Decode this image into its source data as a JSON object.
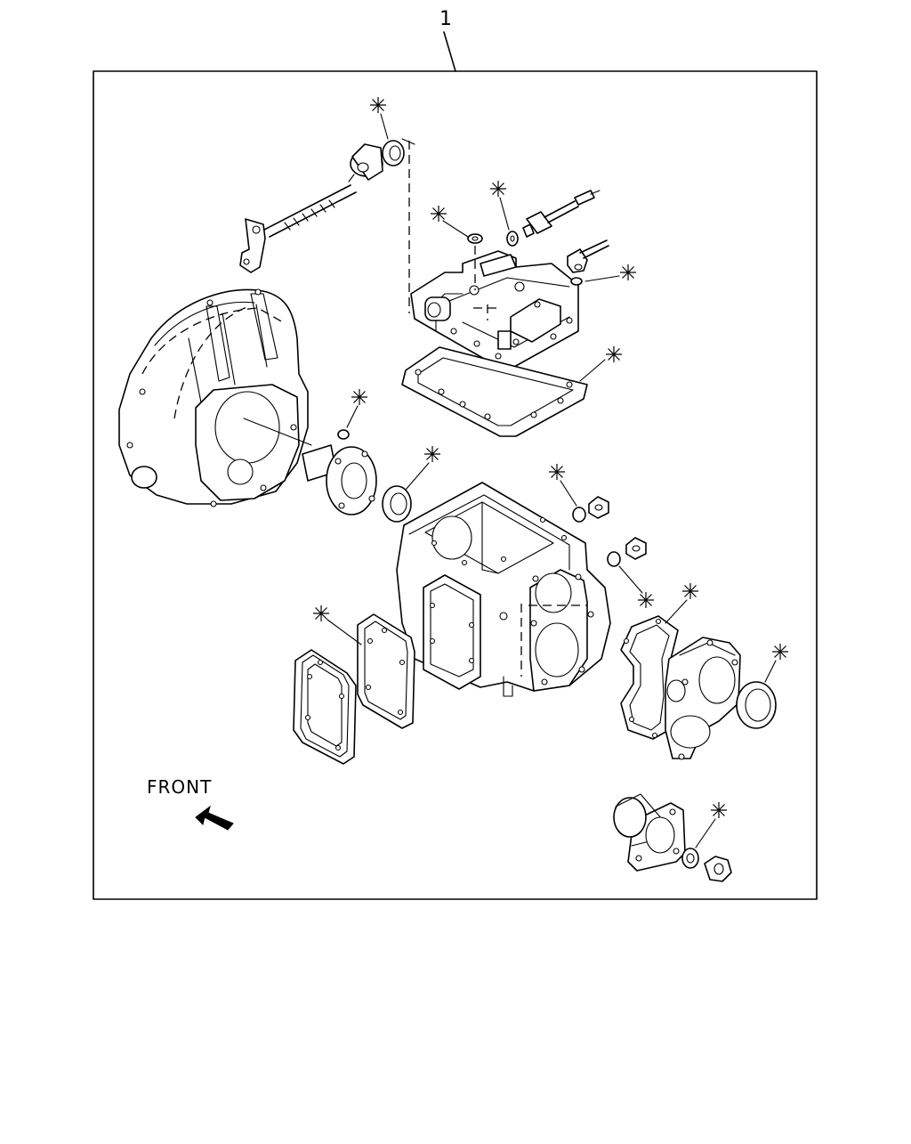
{
  "diagram": {
    "item_number": "1",
    "front_label": "FRONT",
    "kit_marker_symbol": "※",
    "parts": [
      {
        "name": "shift-lever-shaft",
        "kit_item": false
      },
      {
        "name": "shaft-oil-seal",
        "kit_item": true
      },
      {
        "name": "shift-cover-housing",
        "kit_item": false
      },
      {
        "name": "washer-top-left",
        "kit_item": true
      },
      {
        "name": "washer-top-center",
        "kit_item": true
      },
      {
        "name": "neutral-switch",
        "kit_item": false
      },
      {
        "name": "breather-washer",
        "kit_item": true
      },
      {
        "name": "shift-cover-gasket",
        "kit_item": true
      },
      {
        "name": "clutch-housing",
        "kit_item": false
      },
      {
        "name": "o-ring",
        "kit_item": true
      },
      {
        "name": "front-bearing-retainer",
        "kit_item": false
      },
      {
        "name": "retainer-oil-seal",
        "kit_item": true
      },
      {
        "name": "transmission-case",
        "kit_item": false
      },
      {
        "name": "drain-plug-washer-upper",
        "kit_item": true
      },
      {
        "name": "drain-plug-washer-lower",
        "kit_item": true
      },
      {
        "name": "pto-cover",
        "kit_item": false
      },
      {
        "name": "pto-gasket",
        "kit_item": true
      },
      {
        "name": "rear-cover-gasket",
        "kit_item": true
      },
      {
        "name": "rear-cover",
        "kit_item": false
      },
      {
        "name": "rear-oil-seal",
        "kit_item": true
      },
      {
        "name": "companion-flange",
        "kit_item": false
      },
      {
        "name": "flange-washer",
        "kit_item": true
      },
      {
        "name": "flange-nut",
        "kit_item": false
      }
    ]
  }
}
